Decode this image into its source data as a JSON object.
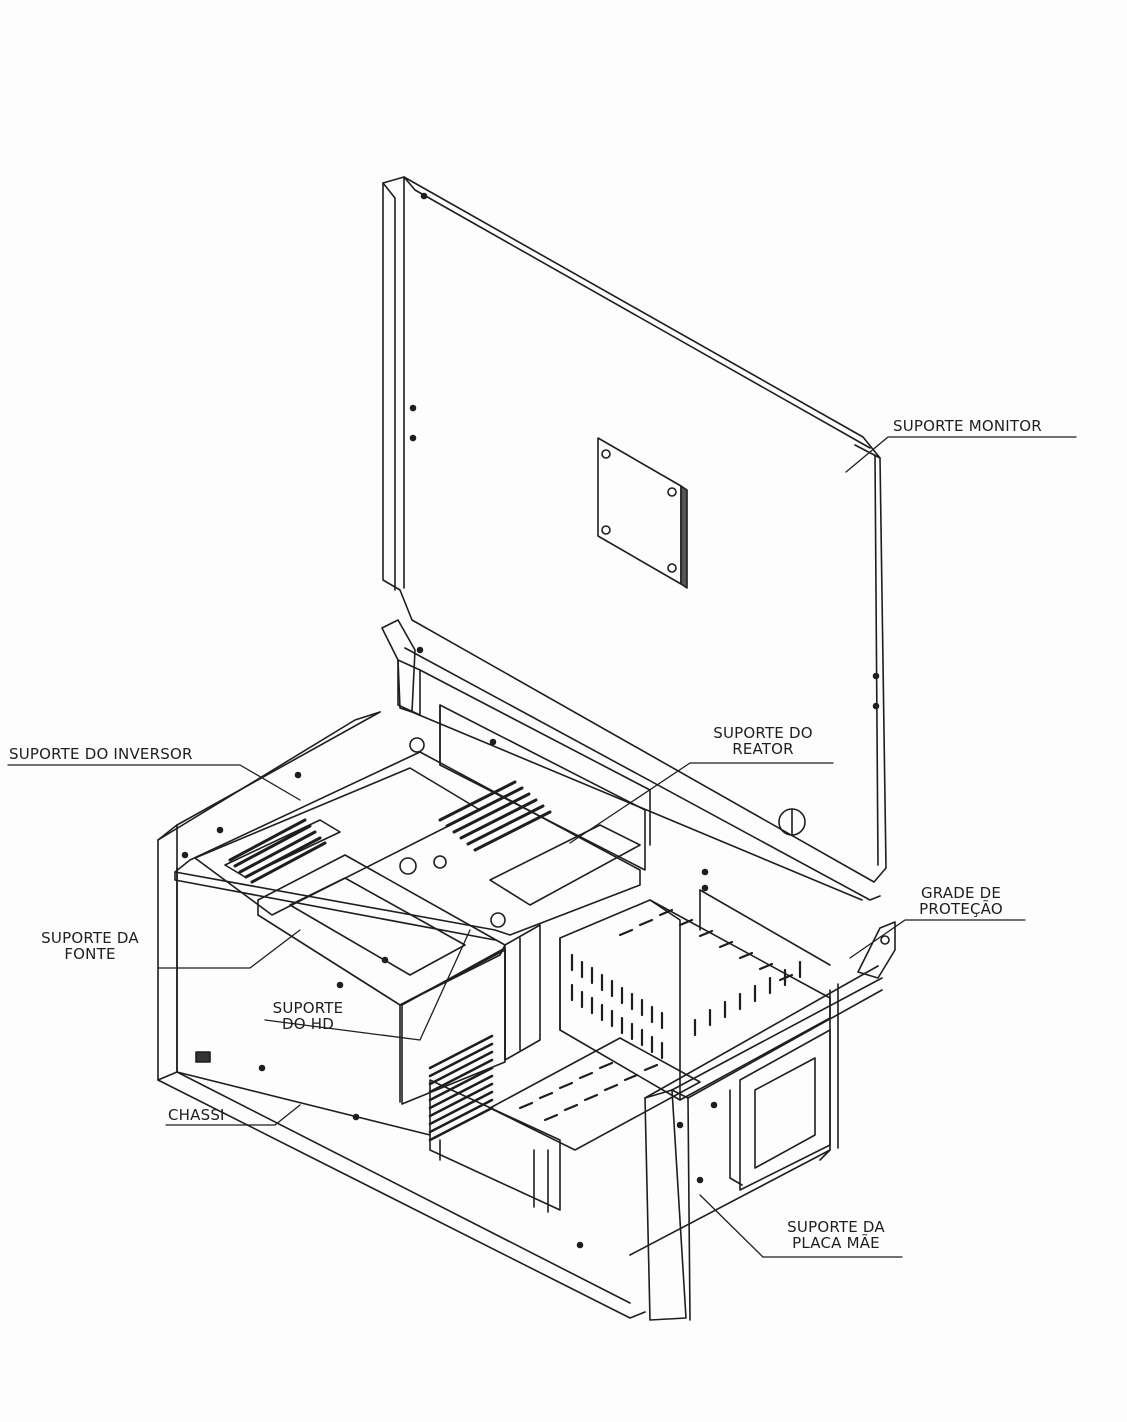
{
  "labels": {
    "suporte_monitor": "SUPORTE MONITOR",
    "suporte_reator_l1": "SUPORTE DO",
    "suporte_reator_l2": "REATOR",
    "suporte_inversor": "SUPORTE DO INVERSOR",
    "grade_protecao_l1": "GRADE DE",
    "grade_protecao_l2": "PROTEÇÃO",
    "suporte_fonte_l1": "SUPORTE DA",
    "suporte_fonte_l2": "FONTE",
    "suporte_hd_l1": "SUPORTE",
    "suporte_hd_l2": "DO HD",
    "chassi": "CHASSI",
    "suporte_placa_mae_l1": "SUPORTE DA",
    "suporte_placa_mae_l2": "PLACA MÃE"
  },
  "colors": {
    "ink": "#1e1e1e",
    "paper": "#fdfdfd"
  }
}
